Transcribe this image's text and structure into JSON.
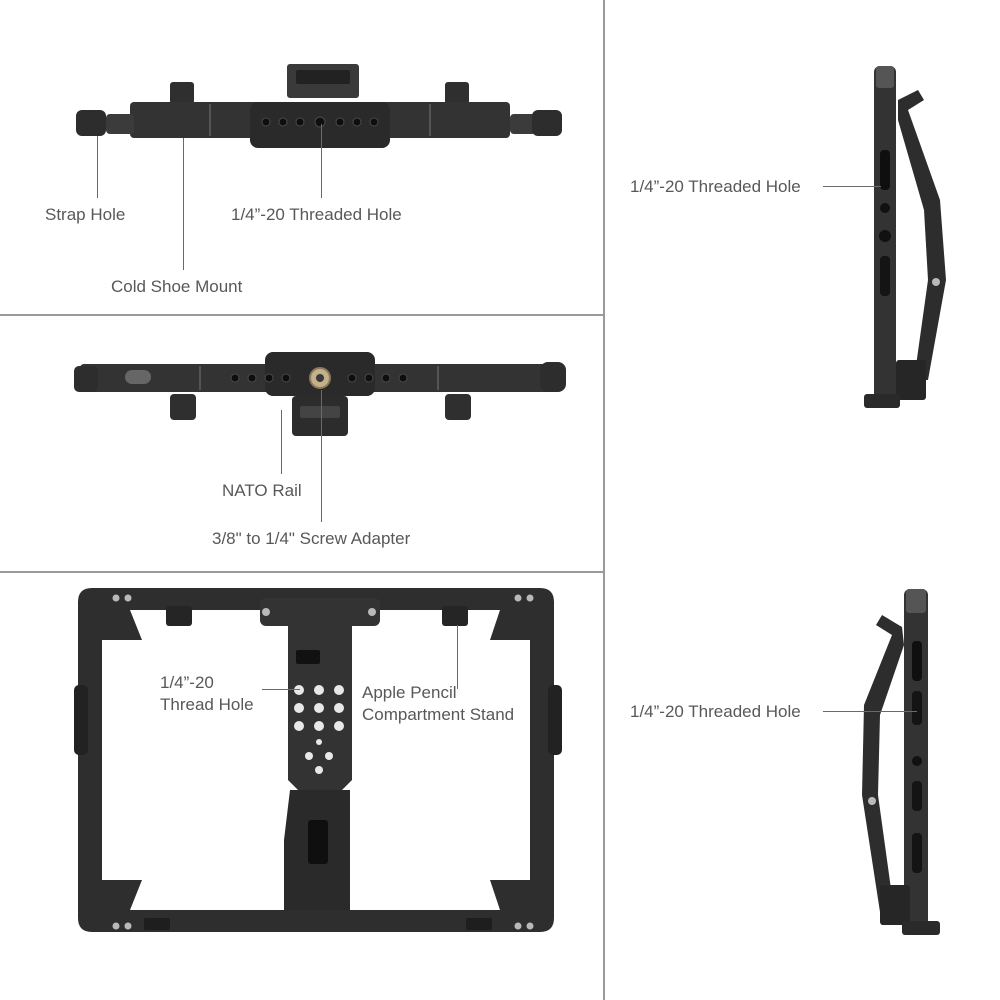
{
  "colors": {
    "background": "#ffffff",
    "divider": "#9a9a9a",
    "label_text": "#585858",
    "leader_line": "#6a6a6a",
    "metal_dark": "#2b2b2b",
    "metal_mid": "#3d3d3d",
    "metal_edge": "#555555",
    "screw_silver": "#b9b9b9"
  },
  "panels": {
    "top_left": {
      "view": "top-rail-view",
      "labels": {
        "strap_hole": "Strap Hole",
        "threaded_hole": "1/4”-20 Threaded Hole",
        "cold_shoe": "Cold Shoe Mount"
      }
    },
    "middle_left": {
      "view": "bottom-rail-view",
      "labels": {
        "nato_rail": "NATO Rail",
        "screw_adapter": "3/8\" to 1/4\" Screw Adapter"
      }
    },
    "bottom_left": {
      "view": "front-cage-view",
      "labels": {
        "thread_hole_line1": "1/4”-20",
        "thread_hole_line2": "Thread Hole",
        "pencil_line1": "Apple Pencil",
        "pencil_line2": "Compartment Stand"
      }
    },
    "top_right": {
      "view": "left-side-view",
      "labels": {
        "threaded_hole": "1/4”-20 Threaded Hole"
      }
    },
    "bottom_right": {
      "view": "right-side-view",
      "labels": {
        "threaded_hole": "1/4”-20 Threaded Hole"
      }
    }
  }
}
